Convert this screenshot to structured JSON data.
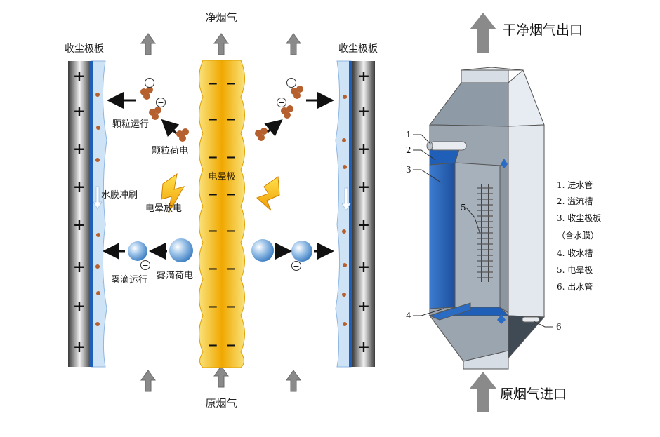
{
  "left_diagram": {
    "top_label": "净烟气",
    "bottom_label": "原烟气",
    "left_plate_label": "收尘极板",
    "right_plate_label": "收尘极板",
    "electrode_label": "电晕极",
    "particle_moving_label": "颗粒运行",
    "particle_charged_label": "颗粒荷电",
    "water_film_label": "水膜冲刷",
    "corona_discharge_label": "电晕放电",
    "droplet_moving_label": "雾滴运行",
    "droplet_charged_label": "雾滴荷电",
    "plus_sign": "+",
    "minus_sign": "−",
    "minus_bar": "−"
  },
  "right_diagram": {
    "outlet_label": "干净烟气出口",
    "inlet_label": "原烟气进口",
    "callouts": [
      "1",
      "2",
      "3",
      "4",
      "5",
      "6"
    ],
    "legend": [
      "1. 进水管",
      "2. 溢流槽",
      "3. 收尘极板",
      "（含水膜）",
      "4. 收水槽",
      "5. 电晕极",
      "6. 出水管"
    ]
  },
  "colors": {
    "arrow_gray": "#8a8a8a",
    "electrode_yellow": "#f6c400",
    "water_blue": "#1f5fb8",
    "plate_dark": "#4a4a4a",
    "particle_brown": "#b5602e",
    "droplet_blue": "#6fa8dc"
  }
}
